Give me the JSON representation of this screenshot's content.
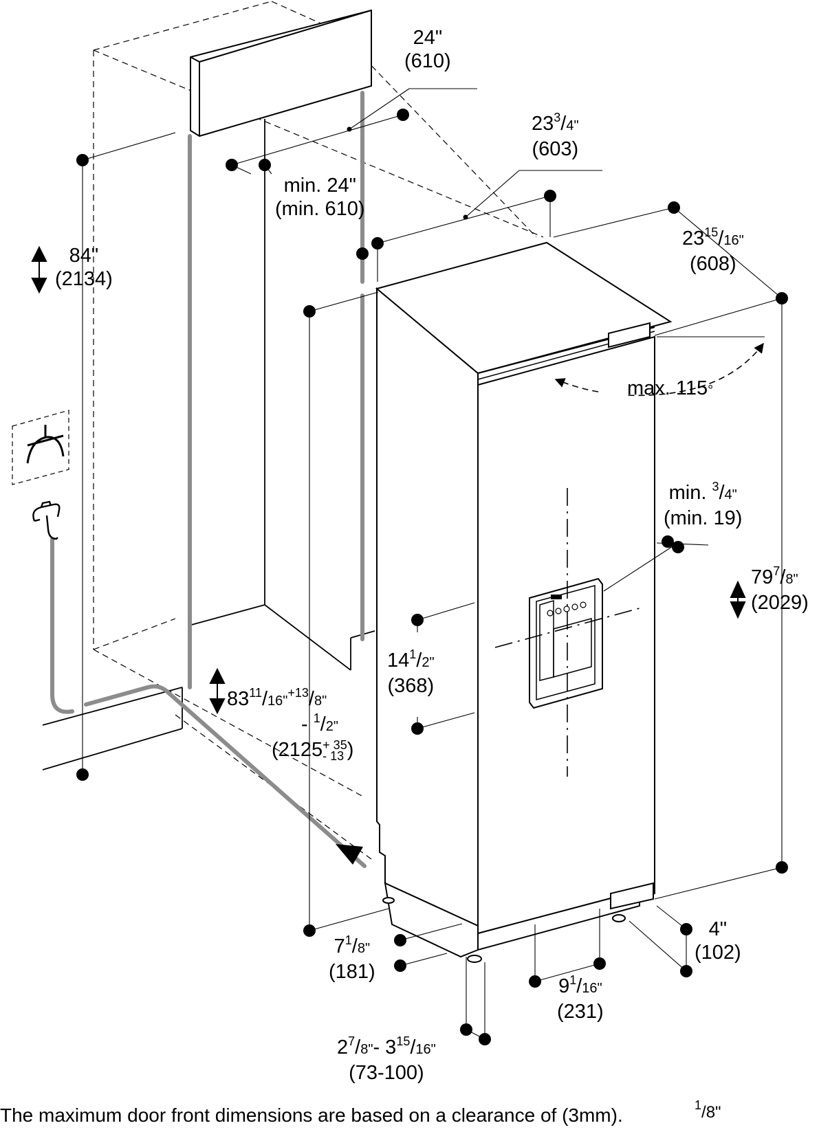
{
  "dimensions": {
    "niche_depth": {
      "inch": "24\"",
      "mm": "(610)"
    },
    "niche_width": {
      "inch": "min. 24\"",
      "mm": "(min. 610)"
    },
    "niche_height": {
      "inch": "84\"",
      "mm": "(2134)"
    },
    "appliance_width": {
      "inch_whole": "23",
      "inch_num": "3",
      "inch_den": "4\"",
      "mm": "(603)"
    },
    "appliance_depth": {
      "inch_whole": "23",
      "inch_num": "15",
      "inch_den": "16\"",
      "mm": "(608)"
    },
    "door_angle": {
      "label": "max. 115",
      "unit": "°"
    },
    "side_clearance": {
      "prefix": "min. ",
      "inch_num": "3",
      "inch_den": "4\"",
      "mm": "(min. 19)"
    },
    "appliance_height": {
      "inch_whole": "79",
      "inch_num": "7",
      "inch_den": "8\"",
      "mm": "(2029)"
    },
    "dispenser_height": {
      "inch_whole": "14",
      "inch_num": "1",
      "inch_den": "2\"",
      "mm": "(368)"
    },
    "installation_height": {
      "inch_whole": "83",
      "inch_num": "11",
      "inch_den": "16\"",
      "tol_plus": "+1",
      "tol_plus_num": "3",
      "tol_plus_den": "8\"",
      "tol_minus": "- ",
      "tol_minus_num": "1",
      "tol_minus_den": "2\"",
      "mm_open": "(2125",
      "mm_plus": "+ 35",
      "mm_minus": "- 13",
      "mm_close": ")"
    },
    "toe_kick_height": {
      "inch_whole": "7",
      "inch_num": "1",
      "inch_den": "8\"",
      "mm": "(181)"
    },
    "toe_kick_width": {
      "inch_whole": "9",
      "inch_num": "1",
      "inch_den": "16\"",
      "mm": "(231)"
    },
    "toe_kick_depth": {
      "inch": "4\"",
      "mm": "(102)"
    },
    "toe_kick_setback": {
      "inch_a_whole": "2",
      "inch_a_num": "7",
      "inch_a_den": "8\"",
      "separator": "- ",
      "inch_b_whole": "3",
      "inch_b_num": "15",
      "inch_b_den": "16\"",
      "mm": "(73-100)"
    }
  },
  "icons": [
    "electrical-outlet-icon",
    "water-tap-icon",
    "double-arrow-icon"
  ],
  "footnote": {
    "text": "The maximum door front dimensions are based on a clearance of (3mm).",
    "overlay_whole": "",
    "overlay_num": "1",
    "overlay_den": "8\""
  },
  "colors": {
    "line": "#000000",
    "pipe": "#8c8c8c",
    "background": "#ffffff"
  }
}
